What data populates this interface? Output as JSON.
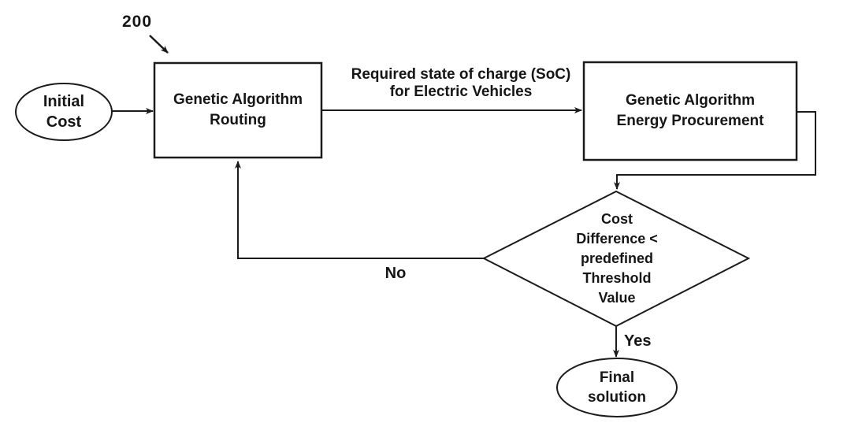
{
  "figure": {
    "reference_number": "200",
    "nodes": {
      "initial_cost": {
        "label": "Initial\nCost",
        "shape": "ellipse"
      },
      "ga_routing": {
        "label": "Genetic Algorithm\nRouting",
        "shape": "rectangle"
      },
      "ga_energy_procurement": {
        "label": "Genetic Algorithm\nEnergy Procurement",
        "shape": "rectangle"
      },
      "decision": {
        "label": "Cost\nDifference <\npredefined\nThreshold\nValue",
        "shape": "diamond"
      },
      "final_solution": {
        "label": "Final\nsolution",
        "shape": "ellipse"
      }
    },
    "edges": {
      "soc_label": "Required state of charge (SoC)\nfor Electric Vehicles",
      "no_label": "No",
      "yes_label": "Yes"
    },
    "colors": {
      "line": "#1b1b1b",
      "background": "#ffffff",
      "text": "#161616"
    }
  }
}
